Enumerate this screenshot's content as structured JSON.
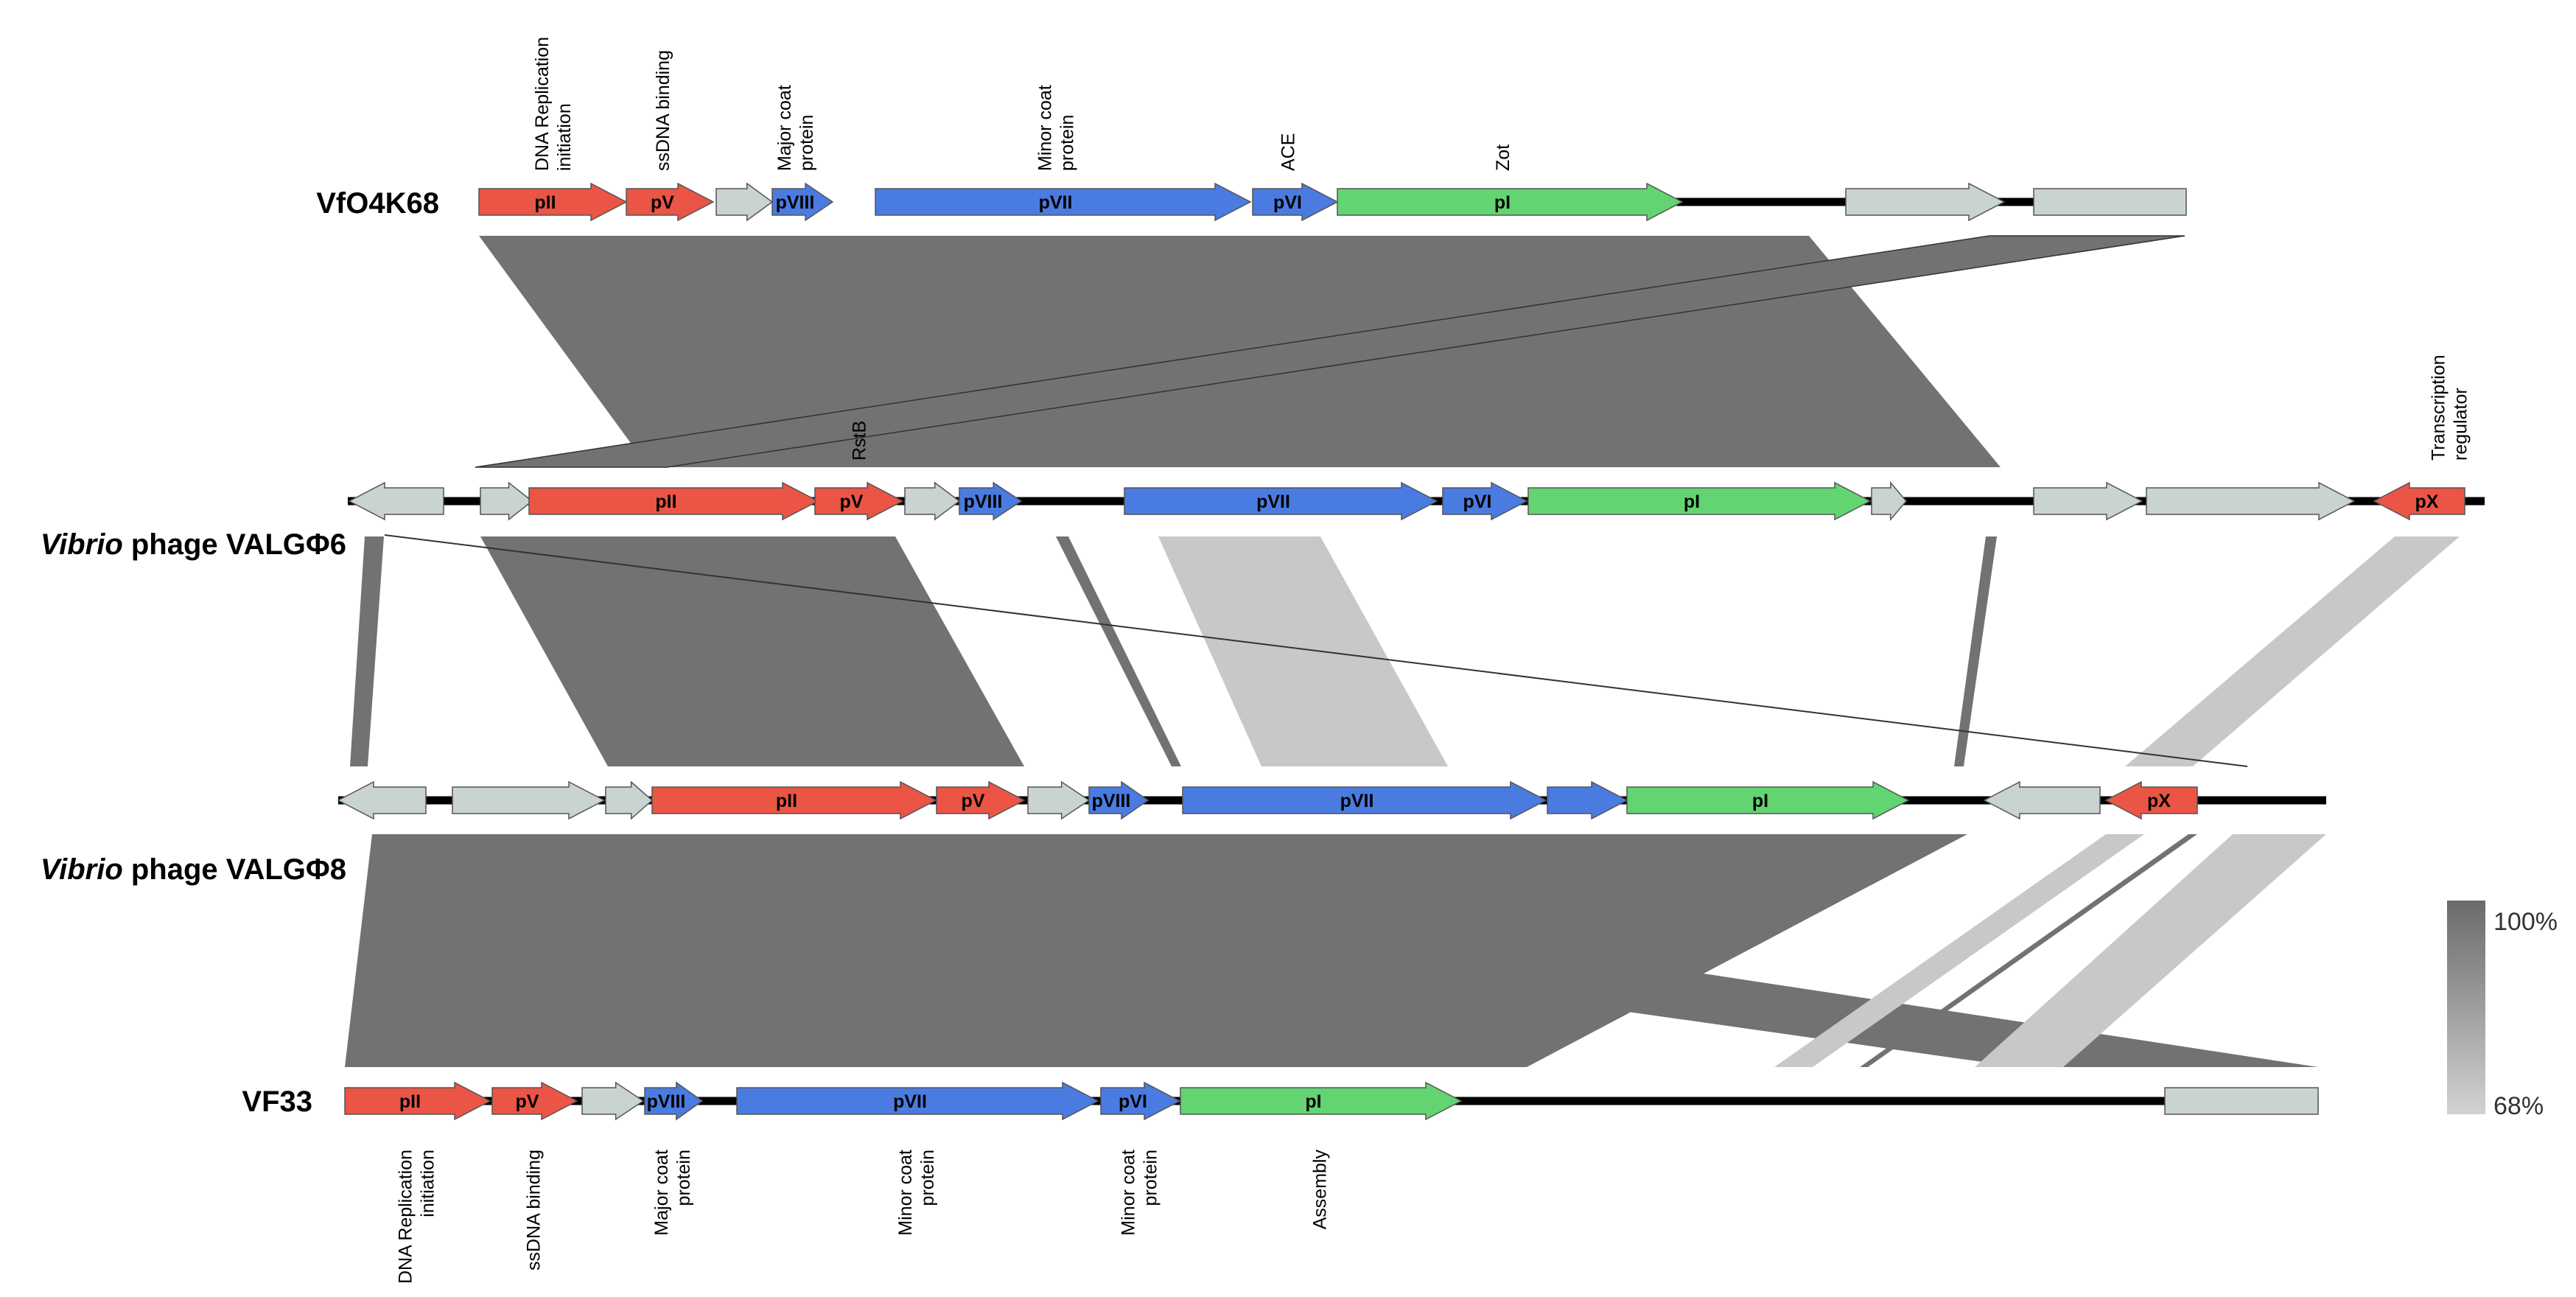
{
  "colors": {
    "replication": "#ea5545",
    "structural": "#4a7be0",
    "assembly": "#63d472",
    "other": "#c9d3d1",
    "backbone": "#000000",
    "outline": "#555555",
    "homology_high": "#727272",
    "homology_low": "#c8c8c8"
  },
  "genomes": [
    {
      "name_italic": "",
      "name": "VfO4K68",
      "genes": [
        {
          "label": "pII",
          "cls": "replication"
        },
        {
          "label": "pV",
          "cls": "replication"
        },
        {
          "label": "",
          "cls": "other"
        },
        {
          "label": "pVIII",
          "cls": "structural"
        },
        {
          "label": "pVII",
          "cls": "structural"
        },
        {
          "label": "pVI",
          "cls": "structural"
        },
        {
          "label": "pI",
          "cls": "assembly"
        },
        {
          "label": "",
          "cls": "other"
        },
        {
          "label": "",
          "cls": "other"
        }
      ]
    },
    {
      "name_italic": "Vibrio",
      "name": " phage VALGΦ6",
      "genes": [
        {
          "label": "",
          "cls": "other"
        },
        {
          "label": "",
          "cls": "other"
        },
        {
          "label": "pII",
          "cls": "replication"
        },
        {
          "label": "pV",
          "cls": "replication"
        },
        {
          "label": "",
          "cls": "other"
        },
        {
          "label": "pVIII",
          "cls": "structural"
        },
        {
          "label": "pVII",
          "cls": "structural"
        },
        {
          "label": "pVI",
          "cls": "structural"
        },
        {
          "label": "pI",
          "cls": "assembly"
        },
        {
          "label": "",
          "cls": "other"
        },
        {
          "label": "",
          "cls": "other"
        },
        {
          "label": "",
          "cls": "other"
        },
        {
          "label": "pX",
          "cls": "replication"
        }
      ]
    },
    {
      "name_italic": "Vibrio",
      "name": " phage VALGΦ8",
      "genes": [
        {
          "label": "",
          "cls": "other"
        },
        {
          "label": "",
          "cls": "other"
        },
        {
          "label": "",
          "cls": "other"
        },
        {
          "label": "pII",
          "cls": "replication"
        },
        {
          "label": "pV",
          "cls": "replication"
        },
        {
          "label": "",
          "cls": "other"
        },
        {
          "label": "pVIII",
          "cls": "structural"
        },
        {
          "label": "pVII",
          "cls": "structural"
        },
        {
          "label": "",
          "cls": "structural"
        },
        {
          "label": "pI",
          "cls": "assembly"
        },
        {
          "label": "",
          "cls": "other"
        },
        {
          "label": "pX",
          "cls": "replication"
        }
      ]
    },
    {
      "name_italic": "",
      "name": "VF33",
      "genes": [
        {
          "label": "pII",
          "cls": "replication"
        },
        {
          "label": "pV",
          "cls": "replication"
        },
        {
          "label": "",
          "cls": "other"
        },
        {
          "label": "pVIII",
          "cls": "structural"
        },
        {
          "label": "pVII",
          "cls": "structural"
        },
        {
          "label": "pVI",
          "cls": "structural"
        },
        {
          "label": "pI",
          "cls": "assembly"
        },
        {
          "label": "",
          "cls": "other"
        }
      ]
    }
  ],
  "function_labels_top": [
    {
      "lines": [
        "DNA Replication",
        "initiation"
      ],
      "gene": 0
    },
    {
      "lines": [
        "ssDNA binding"
      ],
      "gene": 1
    },
    {
      "lines": [
        "Major coat",
        "protein"
      ],
      "gene": 3
    },
    {
      "lines": [
        "Minor coat",
        "protein"
      ],
      "gene": 4
    },
    {
      "lines": [
        "ACE"
      ],
      "gene": 5
    },
    {
      "lines": [
        "Zot"
      ],
      "gene": 6
    }
  ],
  "function_labels_genome2": [
    {
      "lines": [
        "RstB"
      ],
      "gene": 3
    },
    {
      "lines": [
        "Transcription",
        "regulator"
      ],
      "gene": 12
    }
  ],
  "function_labels_bottom": [
    {
      "lines": [
        "DNA Replication",
        "initiation"
      ],
      "gene": 0
    },
    {
      "lines": [
        "ssDNA binding"
      ],
      "gene": 1
    },
    {
      "lines": [
        "Major coat",
        "protein"
      ],
      "gene": 3
    },
    {
      "lines": [
        "Minor coat",
        "protein"
      ],
      "gene": 4
    },
    {
      "lines": [
        "Minor coat",
        "protein"
      ],
      "gene": 5
    },
    {
      "lines": [
        "Assembly"
      ],
      "gene": 6
    }
  ],
  "identity_scale": {
    "max_label": "100%",
    "min_label": "68%",
    "max_color": "#6a6a6a",
    "min_color": "#d2d2d2"
  }
}
